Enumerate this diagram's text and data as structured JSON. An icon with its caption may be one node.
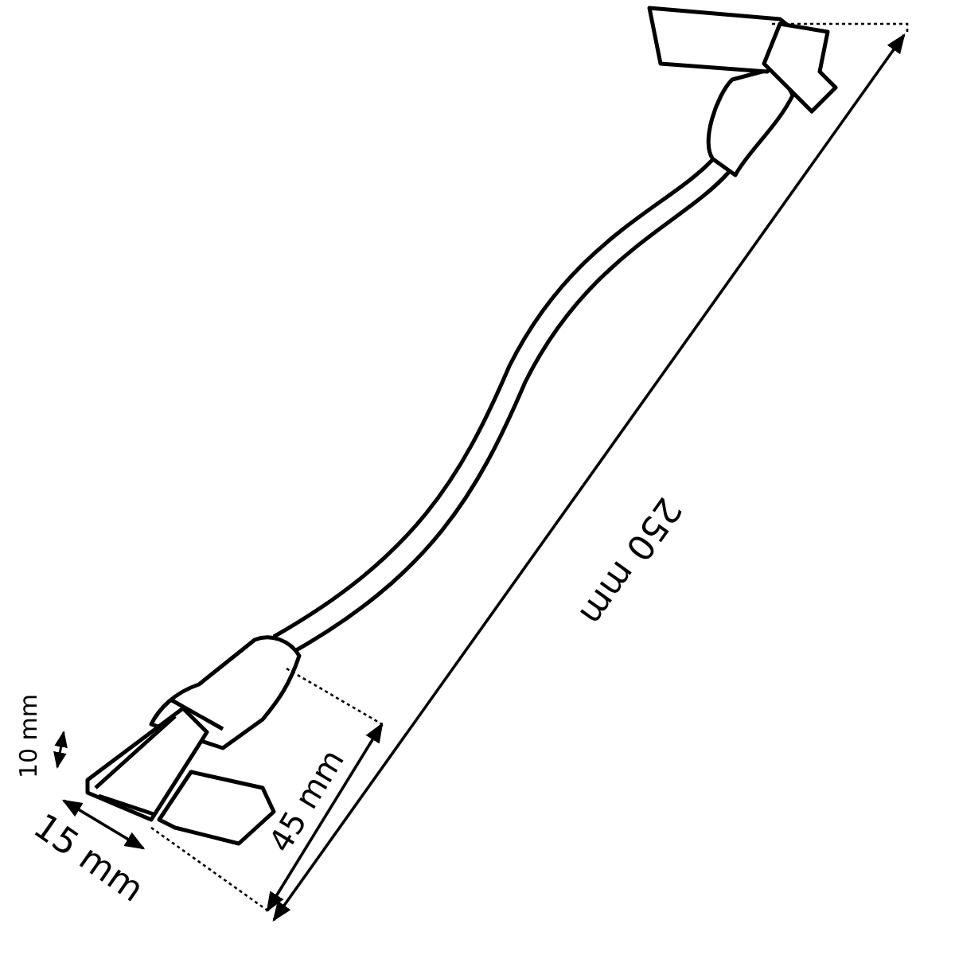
{
  "diagram": {
    "labels": [
      "250 mm",
      "10 mm",
      "15 mm",
      "45 mm"
    ]
  }
}
